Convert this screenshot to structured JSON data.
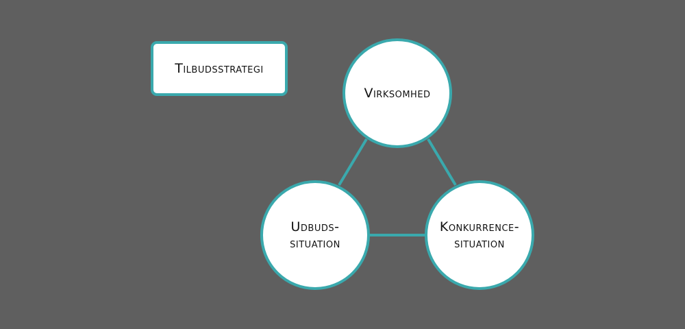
{
  "title_box": {
    "label": "Tilbudsstrategi"
  },
  "nodes": {
    "virksomhed": {
      "lines": [
        "Virksomhed"
      ]
    },
    "udbud": {
      "lines": [
        "Udbuds-",
        "situation"
      ]
    },
    "konkurrence": {
      "lines": [
        "Konkurrence-",
        "situation"
      ]
    }
  },
  "colors": {
    "background": "#5f5f5f",
    "accent": "#3aa9ad",
    "fill": "#ffffff"
  }
}
